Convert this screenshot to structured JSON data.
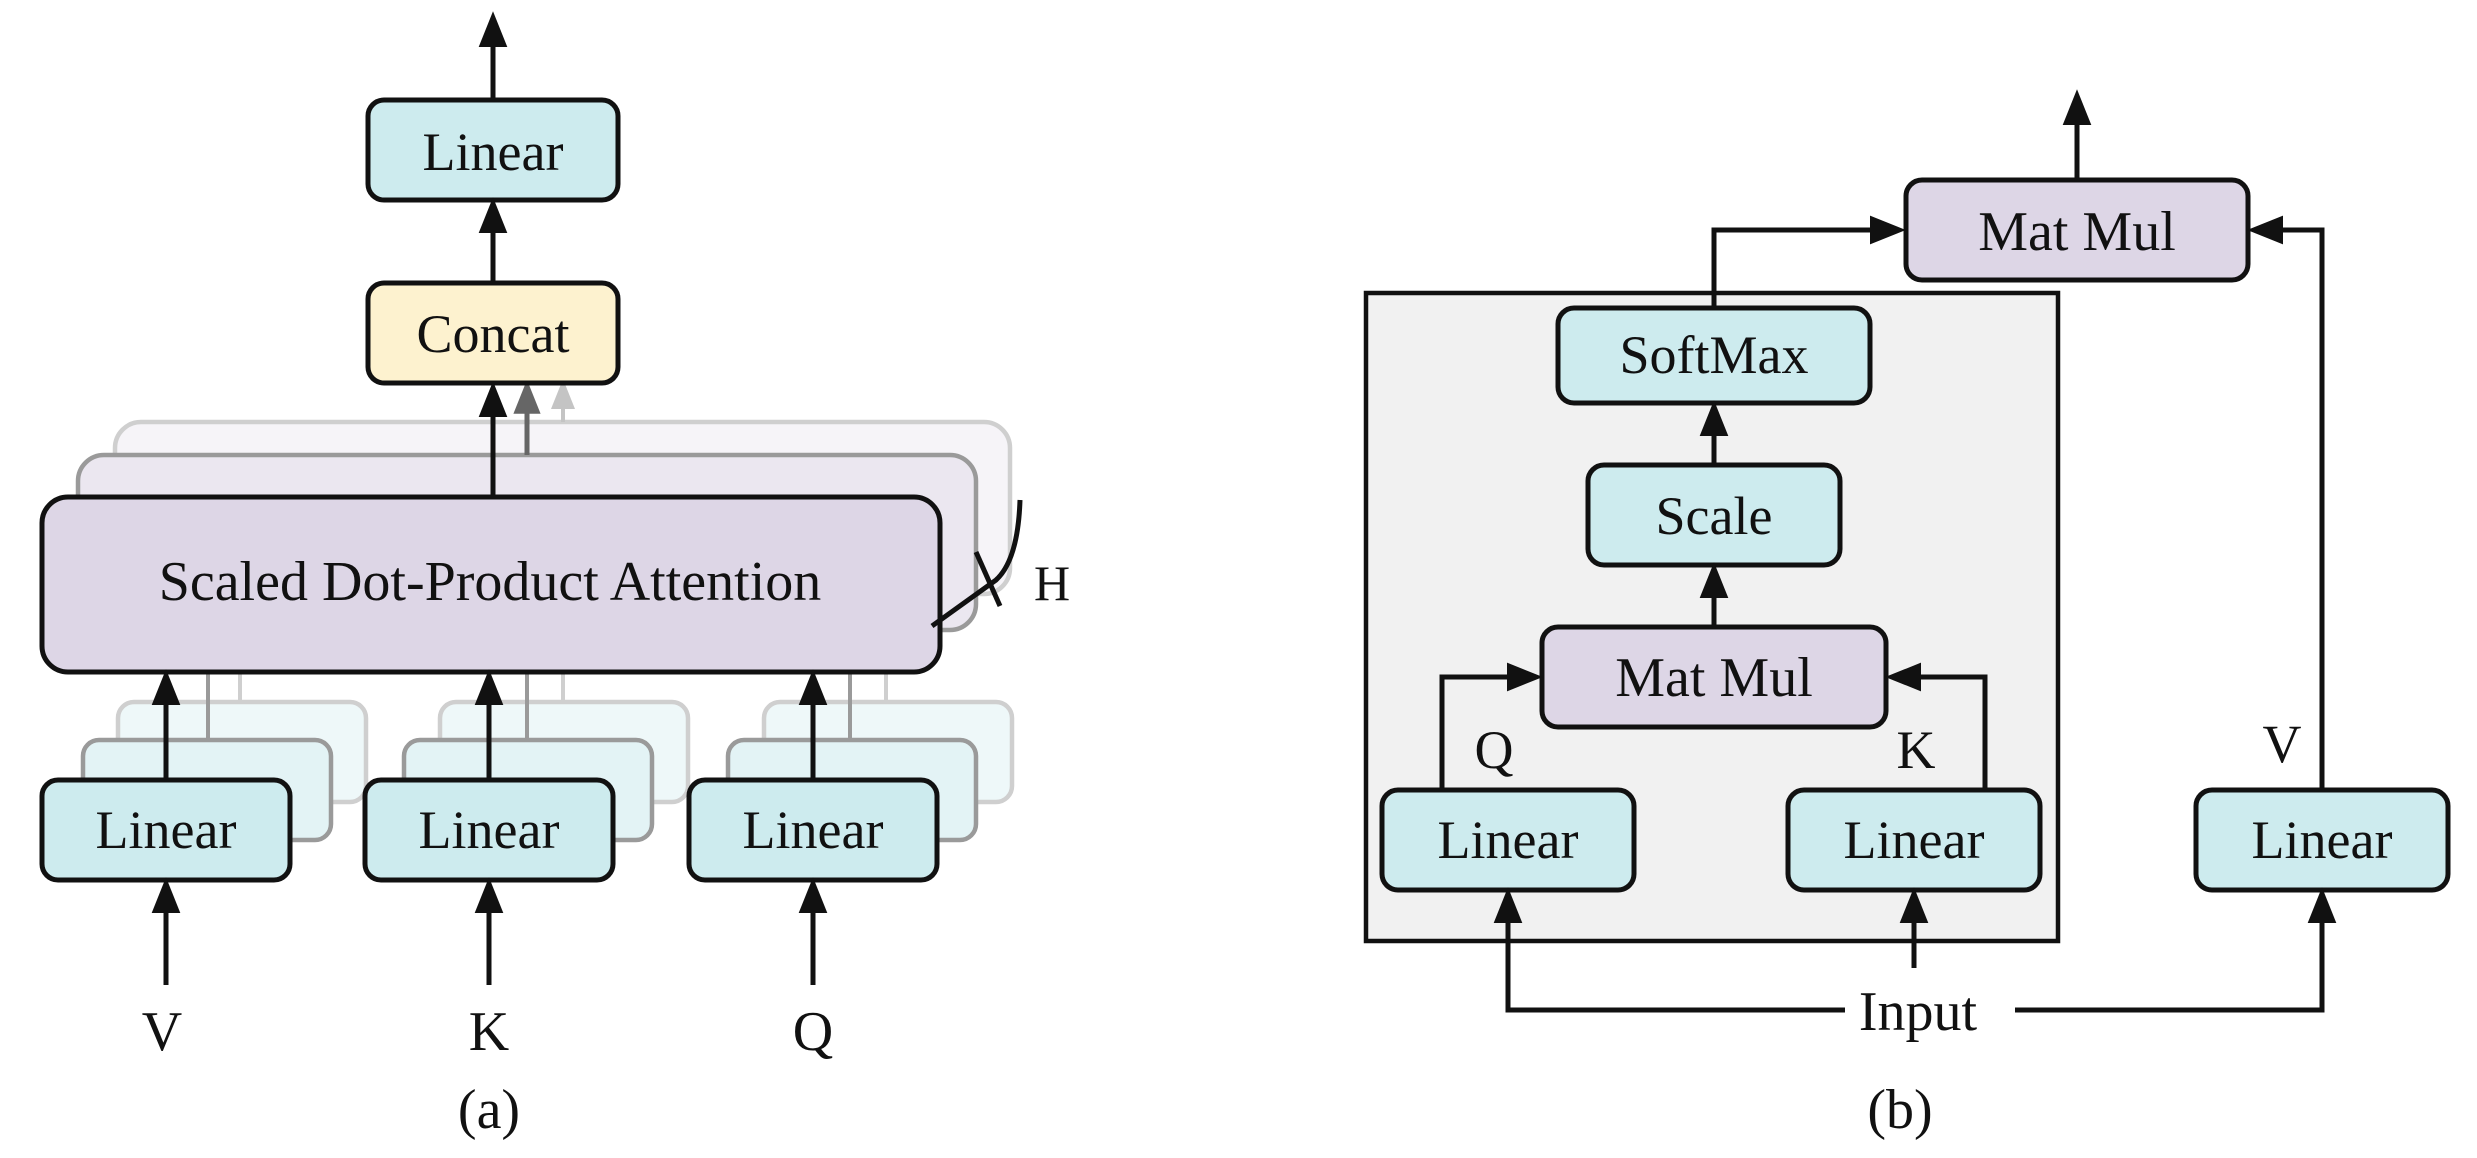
{
  "panel_a": {
    "caption": "(a)",
    "output_linear": "Linear",
    "concat": "Concat",
    "attention": "Scaled Dot-Product Attention",
    "heads_symbol": "H",
    "input_linears": [
      "Linear",
      "Linear",
      "Linear"
    ],
    "inputs": [
      "V",
      "K",
      "Q"
    ]
  },
  "panel_b": {
    "caption": "(b)",
    "matmul_top": "Mat Mul",
    "softmax": "SoftMax",
    "scale": "Scale",
    "matmul_inner": "Mat Mul",
    "q_label": "Q",
    "k_label": "K",
    "v_label": "V",
    "linear_q": "Linear",
    "linear_k": "Linear",
    "linear_v": "Linear",
    "input": "Input"
  },
  "colors": {
    "linear_fill": "#cdebee",
    "concat_fill": "#fdf2cf",
    "attention_fill": "#ddd6e6",
    "matmul_fill": "#ddd6e6",
    "panel_bg": "#f1f1f1"
  }
}
